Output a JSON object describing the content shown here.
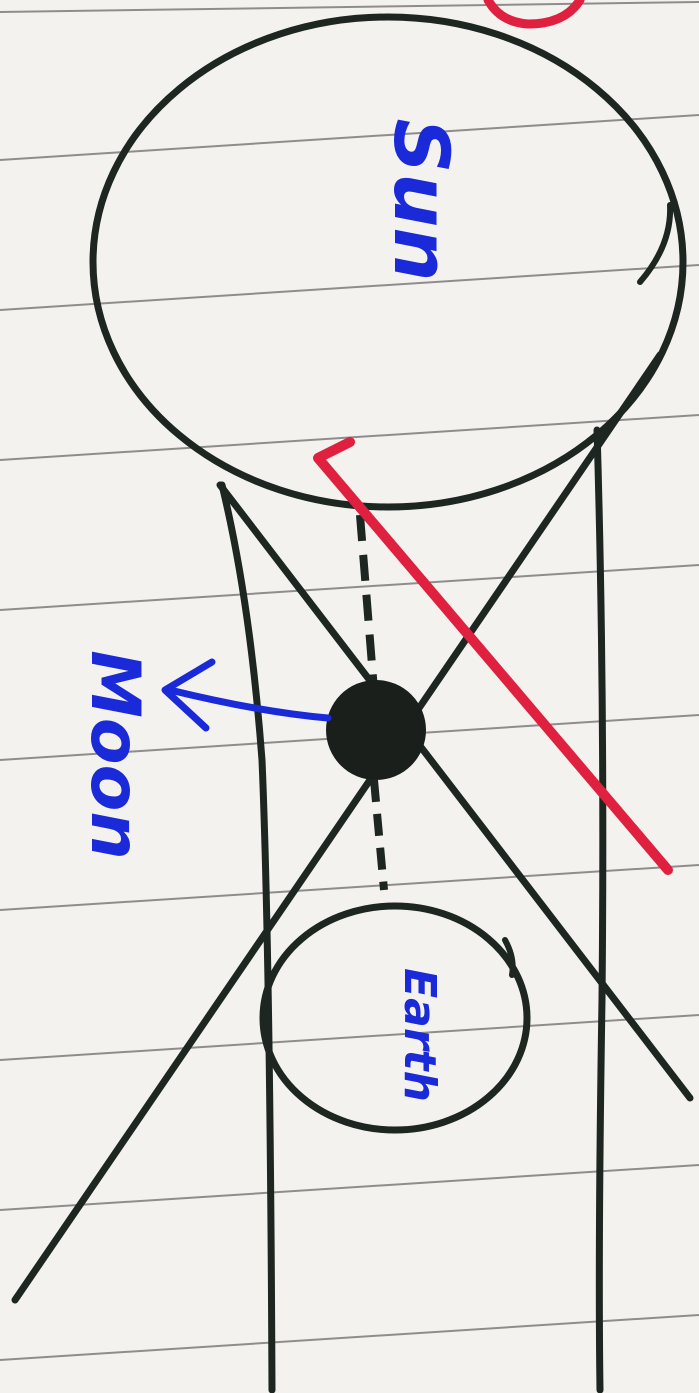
{
  "diagram": {
    "labels": {
      "sun": "Sun",
      "moon": "Moon",
      "earth": "Earth"
    },
    "colors": {
      "paper": "#f3f2ef",
      "ruled_line": "#3c3c3c",
      "ink": "#1d2620",
      "label_ink": "#1a2ad8",
      "marker": "#e0203f"
    }
  }
}
